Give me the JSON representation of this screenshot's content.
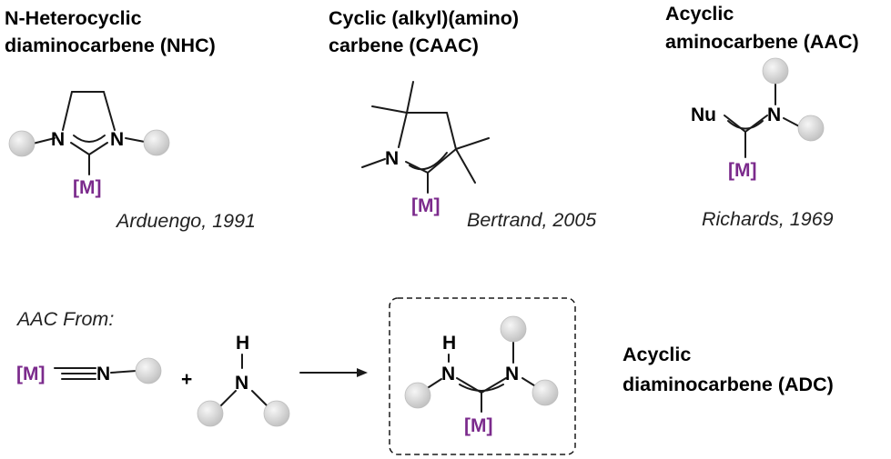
{
  "colors": {
    "metal": "#7b2a8c",
    "substituent_fill": "#d6d6d6",
    "bond": "#1a1a1a"
  },
  "nhc": {
    "title_line1": "N-Heterocyclic",
    "title_line2": "diaminocarbene (NHC)",
    "citation": "Arduengo, 1991"
  },
  "caac": {
    "title_line1": "Cyclic (alkyl)(amino)",
    "title_line2": "carbene (CAAC)",
    "citation": "Bertrand, 2005"
  },
  "aac": {
    "title_line1": "Acyclic",
    "title_line2": "aminocarbene (AAC)",
    "citation": "Richards, 1969"
  },
  "labels": {
    "metal": "[M]",
    "nitrogen": "N",
    "hydrogen": "H",
    "nucleophile": "Nu",
    "plus": "+"
  },
  "reaction": {
    "caption": "AAC From:"
  },
  "adc": {
    "title_line1": "Acyclic",
    "title_line2": "diaminocarbene (ADC)"
  }
}
